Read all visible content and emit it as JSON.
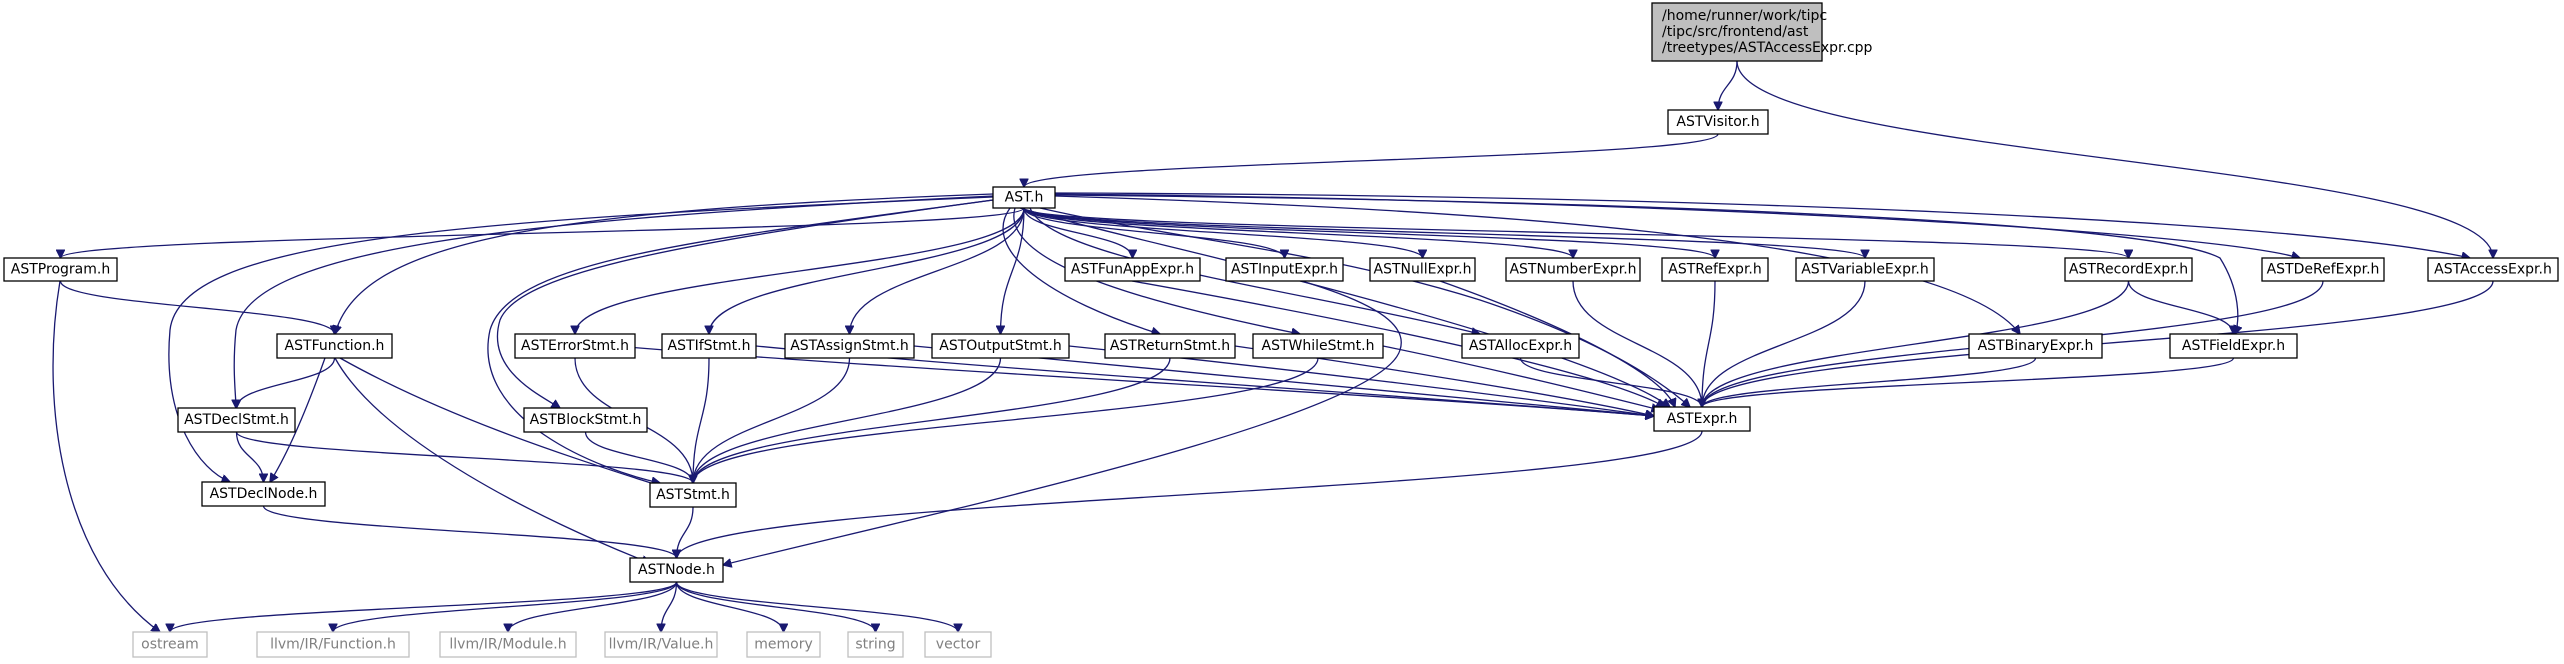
{
  "colors": {
    "edge": "#191970",
    "node_border": "#000000",
    "node_fill": "#ffffff",
    "focus_fill": "#bfbfbf",
    "external_border": "#bfbfbf",
    "external_text": "#808080",
    "text": "#000000"
  },
  "graph": {
    "nodes": [
      {
        "id": "root",
        "lines": [
          "/home/runner/work/tipc",
          "/tipc/src/frontend/ast",
          "/treetypes/ASTAccessExpr.cpp"
        ],
        "kind": "focus"
      },
      {
        "id": "ASTVisitor",
        "lines": [
          "ASTVisitor.h"
        ],
        "kind": "header"
      },
      {
        "id": "AST",
        "lines": [
          "AST.h"
        ],
        "kind": "header"
      },
      {
        "id": "ASTProgram",
        "lines": [
          "ASTProgram.h"
        ],
        "kind": "header"
      },
      {
        "id": "ASTFunAppExpr",
        "lines": [
          "ASTFunAppExpr.h"
        ],
        "kind": "header"
      },
      {
        "id": "ASTInputExpr",
        "lines": [
          "ASTInputExpr.h"
        ],
        "kind": "header"
      },
      {
        "id": "ASTNullExpr",
        "lines": [
          "ASTNullExpr.h"
        ],
        "kind": "header"
      },
      {
        "id": "ASTNumberExpr",
        "lines": [
          "ASTNumberExpr.h"
        ],
        "kind": "header"
      },
      {
        "id": "ASTRefExpr",
        "lines": [
          "ASTRefExpr.h"
        ],
        "kind": "header"
      },
      {
        "id": "ASTVariableExpr",
        "lines": [
          "ASTVariableExpr.h"
        ],
        "kind": "header"
      },
      {
        "id": "ASTRecordExpr",
        "lines": [
          "ASTRecordExpr.h"
        ],
        "kind": "header"
      },
      {
        "id": "ASTDeRefExpr",
        "lines": [
          "ASTDeRefExpr.h"
        ],
        "kind": "header"
      },
      {
        "id": "ASTAccessExpr",
        "lines": [
          "ASTAccessExpr.h"
        ],
        "kind": "header"
      },
      {
        "id": "ASTFunction",
        "lines": [
          "ASTFunction.h"
        ],
        "kind": "header"
      },
      {
        "id": "ASTErrorStmt",
        "lines": [
          "ASTErrorStmt.h"
        ],
        "kind": "header"
      },
      {
        "id": "ASTIfStmt",
        "lines": [
          "ASTIfStmt.h"
        ],
        "kind": "header"
      },
      {
        "id": "ASTAssignStmt",
        "lines": [
          "ASTAssignStmt.h"
        ],
        "kind": "header"
      },
      {
        "id": "ASTOutputStmt",
        "lines": [
          "ASTOutputStmt.h"
        ],
        "kind": "header"
      },
      {
        "id": "ASTReturnStmt",
        "lines": [
          "ASTReturnStmt.h"
        ],
        "kind": "header"
      },
      {
        "id": "ASTWhileStmt",
        "lines": [
          "ASTWhileStmt.h"
        ],
        "kind": "header"
      },
      {
        "id": "ASTAllocExpr",
        "lines": [
          "ASTAllocExpr.h"
        ],
        "kind": "header"
      },
      {
        "id": "ASTBinaryExpr",
        "lines": [
          "ASTBinaryExpr.h"
        ],
        "kind": "header"
      },
      {
        "id": "ASTFieldExpr",
        "lines": [
          "ASTFieldExpr.h"
        ],
        "kind": "header"
      },
      {
        "id": "ASTDeclStmt",
        "lines": [
          "ASTDeclStmt.h"
        ],
        "kind": "header"
      },
      {
        "id": "ASTBlockStmt",
        "lines": [
          "ASTBlockStmt.h"
        ],
        "kind": "header"
      },
      {
        "id": "ASTExpr",
        "lines": [
          "ASTExpr.h"
        ],
        "kind": "header"
      },
      {
        "id": "ASTDeclNode",
        "lines": [
          "ASTDeclNode.h"
        ],
        "kind": "header"
      },
      {
        "id": "ASTStmt",
        "lines": [
          "ASTStmt.h"
        ],
        "kind": "header"
      },
      {
        "id": "ASTNode",
        "lines": [
          "ASTNode.h"
        ],
        "kind": "header"
      },
      {
        "id": "ostream",
        "lines": [
          "ostream"
        ],
        "kind": "external"
      },
      {
        "id": "llvmFunction",
        "lines": [
          "llvm/IR/Function.h"
        ],
        "kind": "external"
      },
      {
        "id": "llvmModule",
        "lines": [
          "llvm/IR/Module.h"
        ],
        "kind": "external"
      },
      {
        "id": "llvmValue",
        "lines": [
          "llvm/IR/Value.h"
        ],
        "kind": "external"
      },
      {
        "id": "memory",
        "lines": [
          "memory"
        ],
        "kind": "external"
      },
      {
        "id": "string",
        "lines": [
          "string"
        ],
        "kind": "external"
      },
      {
        "id": "vector",
        "lines": [
          "vector"
        ],
        "kind": "external"
      }
    ],
    "edges": [
      [
        "root",
        "ASTVisitor"
      ],
      [
        "root",
        "ASTAccessExpr"
      ],
      [
        "ASTVisitor",
        "AST"
      ],
      [
        "AST",
        "ASTProgram"
      ],
      [
        "AST",
        "ASTFunAppExpr"
      ],
      [
        "AST",
        "ASTInputExpr"
      ],
      [
        "AST",
        "ASTNullExpr"
      ],
      [
        "AST",
        "ASTNumberExpr"
      ],
      [
        "AST",
        "ASTRefExpr"
      ],
      [
        "AST",
        "ASTVariableExpr"
      ],
      [
        "AST",
        "ASTRecordExpr"
      ],
      [
        "AST",
        "ASTDeRefExpr"
      ],
      [
        "AST",
        "ASTAccessExpr"
      ],
      [
        "AST",
        "ASTFunction"
      ],
      [
        "AST",
        "ASTErrorStmt"
      ],
      [
        "AST",
        "ASTIfStmt"
      ],
      [
        "AST",
        "ASTAssignStmt"
      ],
      [
        "AST",
        "ASTOutputStmt"
      ],
      [
        "AST",
        "ASTReturnStmt"
      ],
      [
        "AST",
        "ASTWhileStmt"
      ],
      [
        "AST",
        "ASTAllocExpr"
      ],
      [
        "AST",
        "ASTBinaryExpr"
      ],
      [
        "AST",
        "ASTFieldExpr"
      ],
      [
        "AST",
        "ASTDeclStmt"
      ],
      [
        "AST",
        "ASTBlockStmt"
      ],
      [
        "AST",
        "ASTDeclNode"
      ],
      [
        "AST",
        "ASTStmt"
      ],
      [
        "AST",
        "ASTExpr"
      ],
      [
        "AST",
        "ASTNode"
      ],
      [
        "ASTProgram",
        "ASTFunction"
      ],
      [
        "ASTProgram",
        "ostream"
      ],
      [
        "ASTFunction",
        "ASTDeclStmt"
      ],
      [
        "ASTFunction",
        "ASTDeclNode"
      ],
      [
        "ASTFunction",
        "ASTStmt"
      ],
      [
        "ASTFunction",
        "ASTNode"
      ],
      [
        "ASTDeclStmt",
        "ASTDeclNode"
      ],
      [
        "ASTDeclStmt",
        "ASTStmt"
      ],
      [
        "ASTDeclNode",
        "ASTNode"
      ],
      [
        "ASTErrorStmt",
        "ASTStmt"
      ],
      [
        "ASTErrorStmt",
        "ASTExpr"
      ],
      [
        "ASTIfStmt",
        "ASTStmt"
      ],
      [
        "ASTIfStmt",
        "ASTExpr"
      ],
      [
        "ASTAssignStmt",
        "ASTStmt"
      ],
      [
        "ASTAssignStmt",
        "ASTExpr"
      ],
      [
        "ASTOutputStmt",
        "ASTStmt"
      ],
      [
        "ASTOutputStmt",
        "ASTExpr"
      ],
      [
        "ASTReturnStmt",
        "ASTStmt"
      ],
      [
        "ASTReturnStmt",
        "ASTExpr"
      ],
      [
        "ASTWhileStmt",
        "ASTStmt"
      ],
      [
        "ASTWhileStmt",
        "ASTExpr"
      ],
      [
        "ASTBlockStmt",
        "ASTStmt"
      ],
      [
        "ASTStmt",
        "ASTNode"
      ],
      [
        "ASTFunAppExpr",
        "ASTExpr"
      ],
      [
        "ASTInputExpr",
        "ASTExpr"
      ],
      [
        "ASTNullExpr",
        "ASTExpr"
      ],
      [
        "ASTNumberExpr",
        "ASTExpr"
      ],
      [
        "ASTRefExpr",
        "ASTExpr"
      ],
      [
        "ASTVariableExpr",
        "ASTExpr"
      ],
      [
        "ASTRecordExpr",
        "ASTExpr"
      ],
      [
        "ASTRecordExpr",
        "ASTFieldExpr"
      ],
      [
        "ASTDeRefExpr",
        "ASTExpr"
      ],
      [
        "ASTAccessExpr",
        "ASTExpr"
      ],
      [
        "ASTAllocExpr",
        "ASTExpr"
      ],
      [
        "ASTBinaryExpr",
        "ASTExpr"
      ],
      [
        "ASTFieldExpr",
        "ASTExpr"
      ],
      [
        "ASTExpr",
        "ASTNode"
      ],
      [
        "ASTNode",
        "ostream"
      ],
      [
        "ASTNode",
        "llvmFunction"
      ],
      [
        "ASTNode",
        "llvmModule"
      ],
      [
        "ASTNode",
        "llvmValue"
      ],
      [
        "ASTNode",
        "memory"
      ],
      [
        "ASTNode",
        "string"
      ],
      [
        "ASTNode",
        "vector"
      ]
    ]
  }
}
